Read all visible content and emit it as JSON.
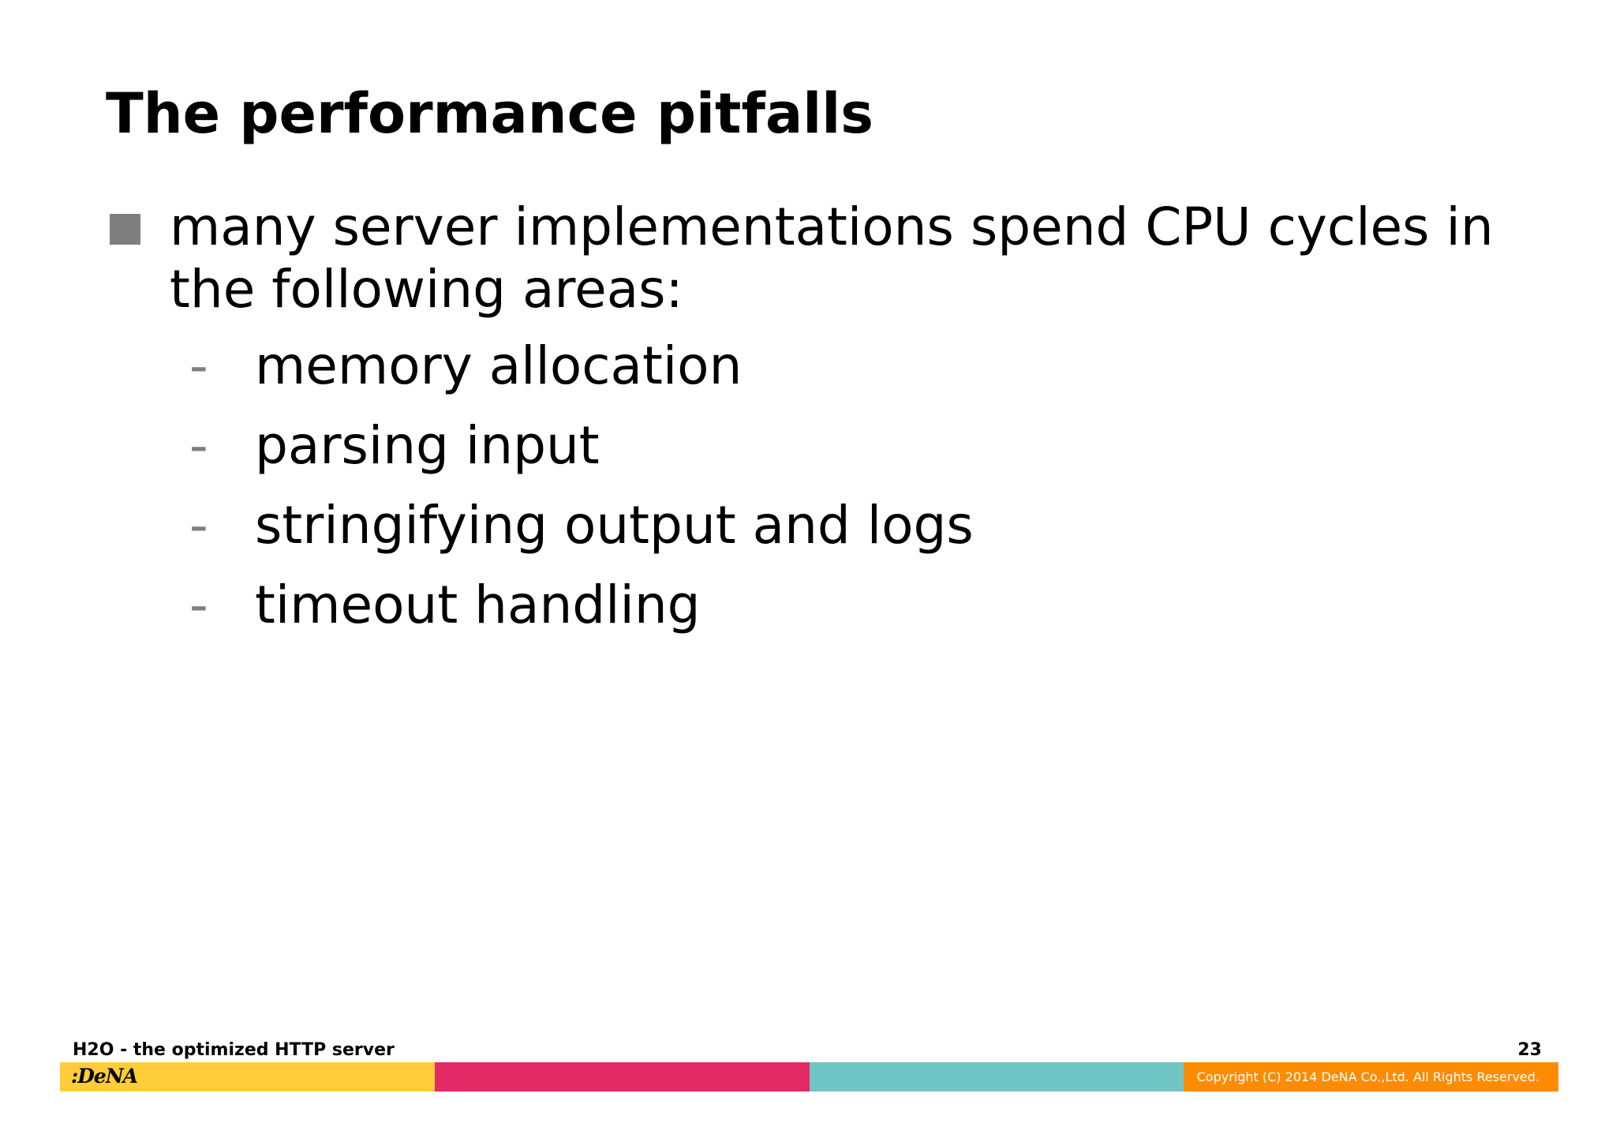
{
  "slide": {
    "title": "The performance pitfalls",
    "bullet": {
      "text": "many server implementations spend CPU cycles in the following areas:",
      "marker_color": "#7f7f7f"
    },
    "sub_items": [
      {
        "dash": "-",
        "text": "memory allocation"
      },
      {
        "dash": "-",
        "text": "parsing input"
      },
      {
        "dash": "-",
        "text": "stringifying output and logs"
      },
      {
        "dash": "-",
        "text": "timeout handling"
      }
    ]
  },
  "footer": {
    "title": "H2O - the optimized HTTP server",
    "page_number": "23",
    "logo_text": ":DeNA",
    "copyright": "Copyright (C) 2014 DeNA Co.,Ltd. All Rights Reserved.",
    "bar_colors": [
      "#ffcc3a",
      "#e32966",
      "#6fc5c3",
      "#ff8c00"
    ]
  }
}
